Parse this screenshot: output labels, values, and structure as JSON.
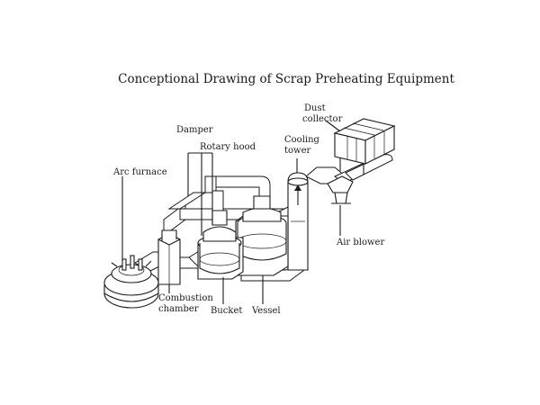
{
  "diagram": {
    "title": "Conceptional Drawing of Scrap Preheating Equipment",
    "labels": {
      "arc_furnace": "Arc furnace",
      "damper": "Damper",
      "rotary_hood": "Rotary hood",
      "cooling_tower_1": "Cooling",
      "cooling_tower_2": "tower",
      "dust_collector_1": "Dust",
      "dust_collector_2": "collector",
      "air_blower": "Air blower",
      "combustion_chamber_1": "Combustion",
      "combustion_chamber_2": "chamber",
      "bucket": "Bucket",
      "vessel": "Vessel"
    },
    "colors": {
      "ink": "#1a1a1a",
      "background": "#ffffff"
    }
  }
}
